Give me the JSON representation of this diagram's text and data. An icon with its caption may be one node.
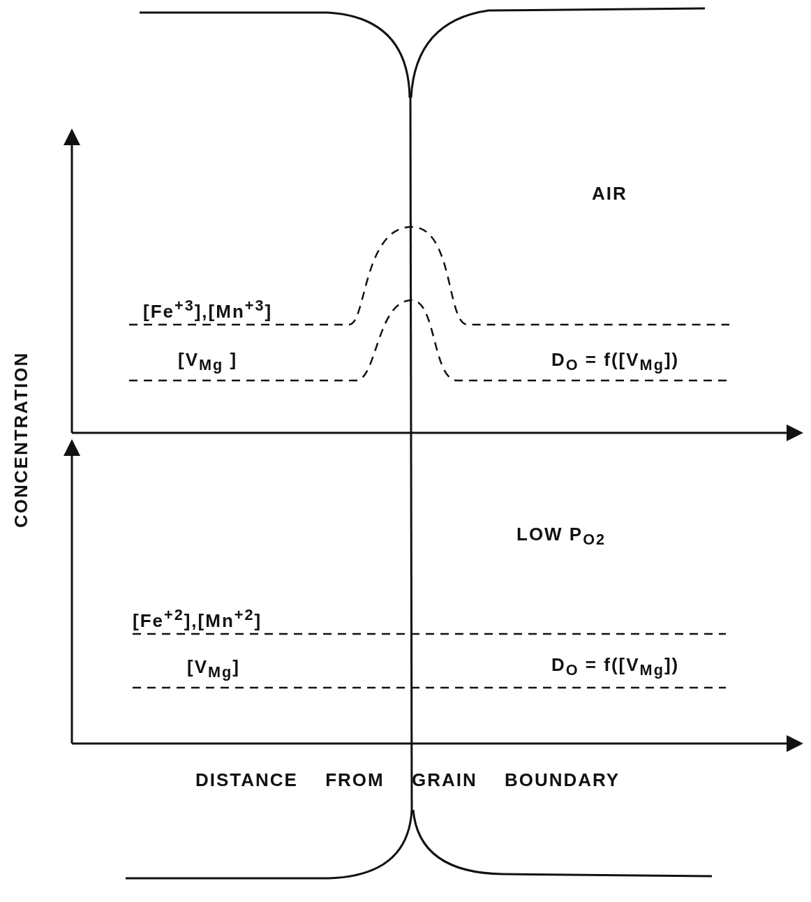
{
  "diagram": {
    "labels": [
      "AIR",
      "[Fe$^{+3}$],[Mn$^{+3}$]",
      "[V$_{Mg}$ ]",
      "D$_{O}$ = f([V$_{Mg}$])",
      "CONCENTRATION",
      "LOW P$_{O}$$_{2}$",
      "[Fe$^{+2}$],[Mn$^{+2}$]",
      "[V$_{Mg}$]",
      "D$_{O}$ = f([V$_{Mg}$])",
      "DISTANCE FROM GRAIN BOUNDARY"
    ]
  }
}
